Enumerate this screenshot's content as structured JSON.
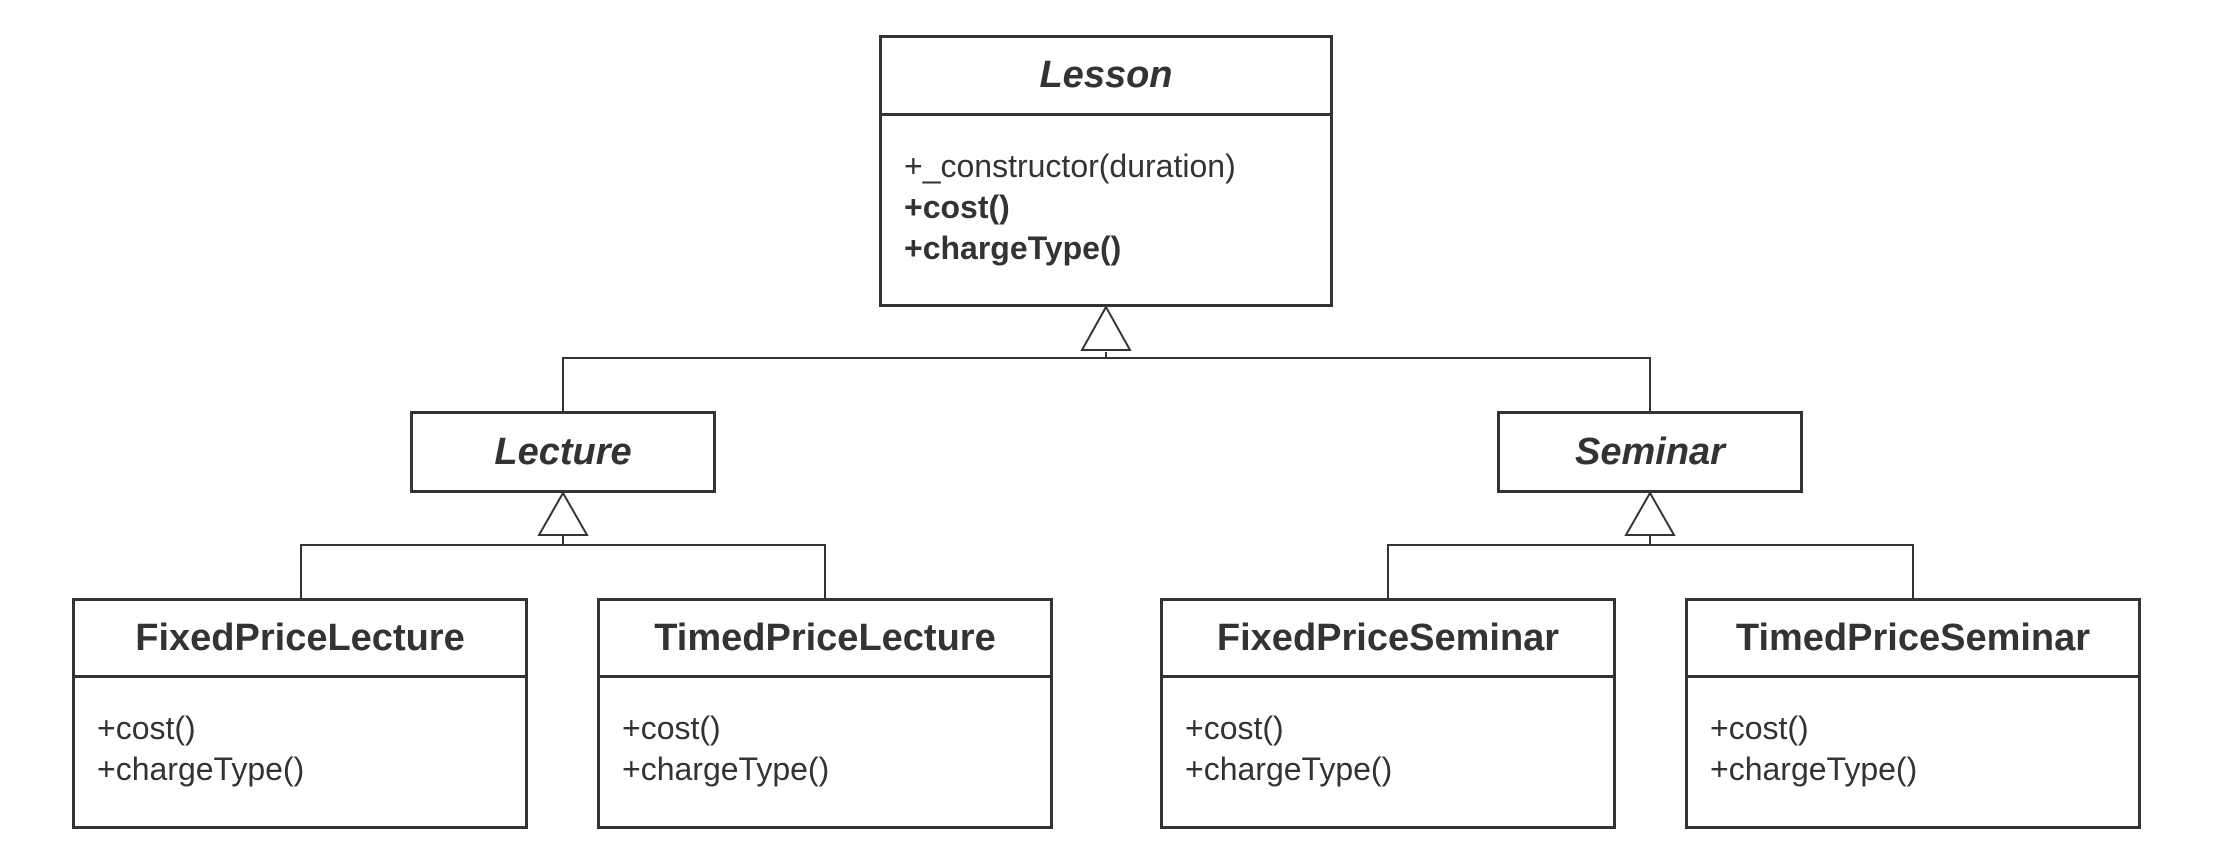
{
  "colors": {
    "stroke": "#333333",
    "fill": "#ffffff"
  },
  "classes": {
    "lesson": {
      "name": "Lesson",
      "abstract": true,
      "operations": [
        "+_constructor(duration)",
        "+cost()",
        "+chargeType()"
      ]
    },
    "lecture": {
      "name": "Lecture",
      "abstract": true
    },
    "seminar": {
      "name": "Seminar",
      "abstract": true
    },
    "fixed_price_lecture": {
      "name": "FixedPriceLecture",
      "operations": [
        "+cost()",
        "+chargeType()"
      ]
    },
    "timed_price_lecture": {
      "name": "TimedPriceLecture",
      "operations": [
        "+cost()",
        "+chargeType()"
      ]
    },
    "fixed_price_seminar": {
      "name": "FixedPriceSeminar",
      "operations": [
        "+cost()",
        "+chargeType()"
      ]
    },
    "timed_price_seminar": {
      "name": "TimedPriceSeminar",
      "operations": [
        "+cost()",
        "+chargeType()"
      ]
    }
  },
  "generalizations": [
    {
      "parent": "Lesson",
      "children": [
        "Lecture",
        "Seminar"
      ]
    },
    {
      "parent": "Lecture",
      "children": [
        "FixedPriceLecture",
        "TimedPriceLecture"
      ]
    },
    {
      "parent": "Seminar",
      "children": [
        "FixedPriceSeminar",
        "TimedPriceSeminar"
      ]
    }
  ]
}
